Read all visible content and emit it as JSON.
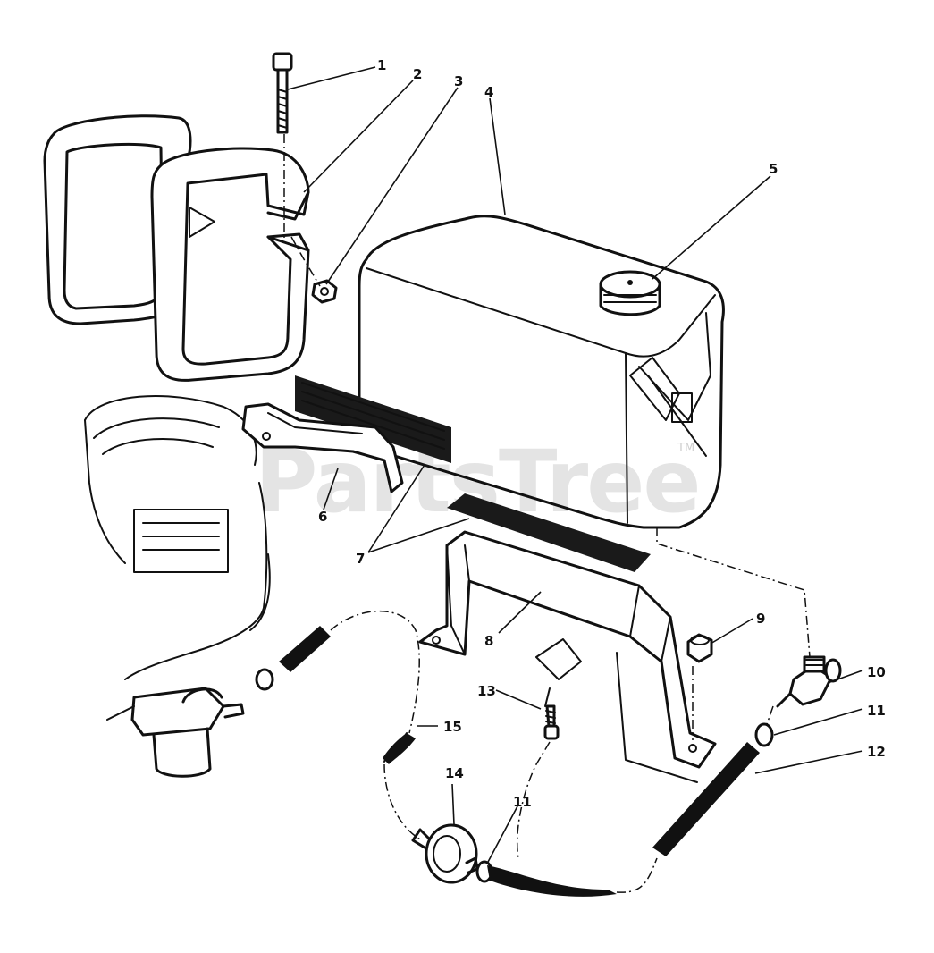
{
  "watermark": {
    "text": "PartsTree",
    "trademark": "TM"
  },
  "callouts": {
    "c1": "1",
    "c2": "2",
    "c3": "3",
    "c4": "4",
    "c5": "5",
    "c6": "6",
    "c7": "7",
    "c8": "8",
    "c9": "9",
    "c10": "10",
    "c11a": "11",
    "c11b": "11",
    "c12": "12",
    "c13": "13",
    "c14": "14",
    "c15": "15"
  }
}
